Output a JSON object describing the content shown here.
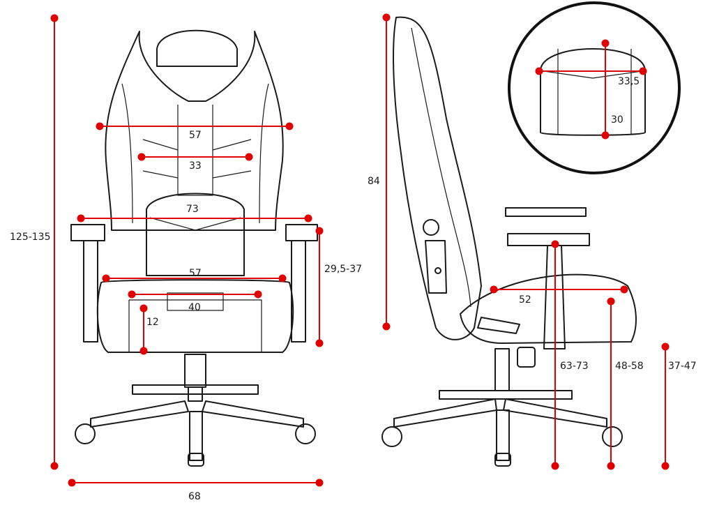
{
  "dimensions": {
    "total_height": "125-135",
    "base_width": "68",
    "backrest_upper_width": "57",
    "backrest_mid_width": "33",
    "armrest_span": "73",
    "armrest_height": "29,5-37",
    "seat_back_width": "57",
    "seat_front_width": "40",
    "seat_cushion_depth": "12",
    "backrest_height": "84",
    "headrest_width": "33,5",
    "headrest_height": "30",
    "seat_depth": "52",
    "armrest_floor_height": "63-73",
    "seat_floor_height": "48-58",
    "lift_range": "37-47"
  },
  "colors": {
    "dimension": "#e00000",
    "outline": "#1a1a1a",
    "background": "#ffffff"
  }
}
